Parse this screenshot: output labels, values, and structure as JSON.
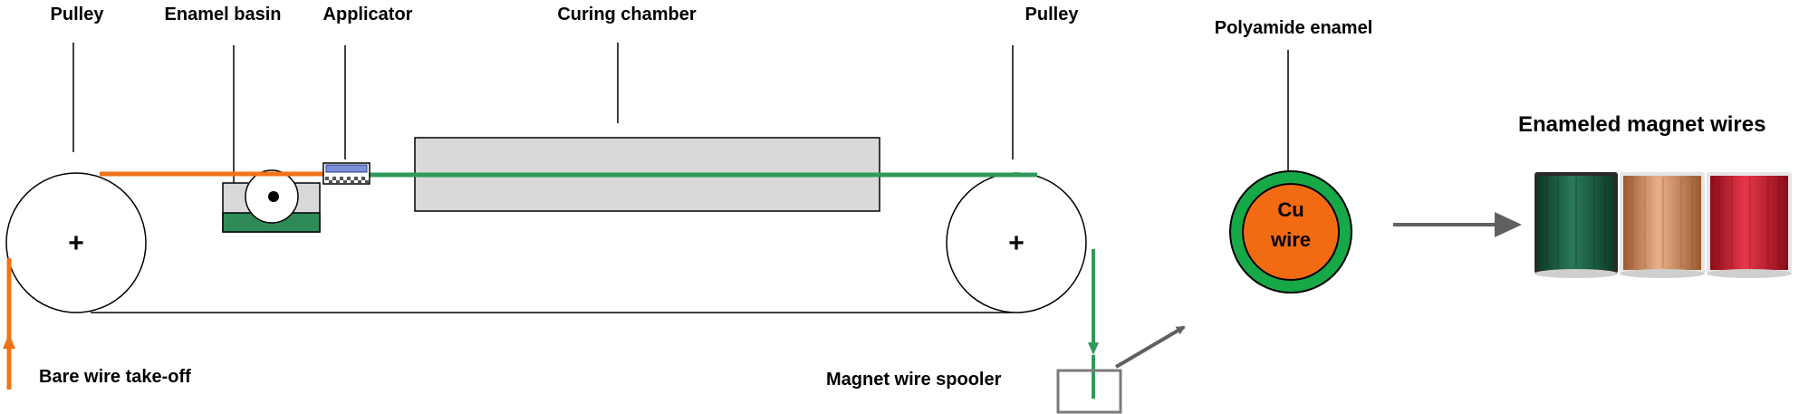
{
  "labels": {
    "pulley_left": "Pulley",
    "enamel_basin": "Enamel basin",
    "applicator": "Applicator",
    "curing_chamber": "Curing chamber",
    "pulley_right": "Pulley",
    "polyamide_enamel": "Polyamide enamel",
    "enameled_magnet_wires": "Enameled magnet wires",
    "bare_wire_takeoff": "Bare wire take-off",
    "magnet_wire_spooler": "Magnet wire spooler",
    "cu_line1": "Cu",
    "cu_line2": "wire",
    "pulley_symbol": "+"
  },
  "colors": {
    "bare_wire": "#f07418",
    "enameled_wire": "#2e9a5a",
    "enamel_ring": "#17a848",
    "copper_core": "#f26a12",
    "enamel_fill": "#2e8b57",
    "chamber_fill": "#d9d9d9",
    "arrow_gray": "#606060",
    "spool_green": "#1a5a40",
    "spool_copper": "#c8865a",
    "spool_red": "#c01828"
  },
  "icons": {
    "spools": "three-magnet-wire-spools",
    "arrow": "right-arrow-icon"
  }
}
